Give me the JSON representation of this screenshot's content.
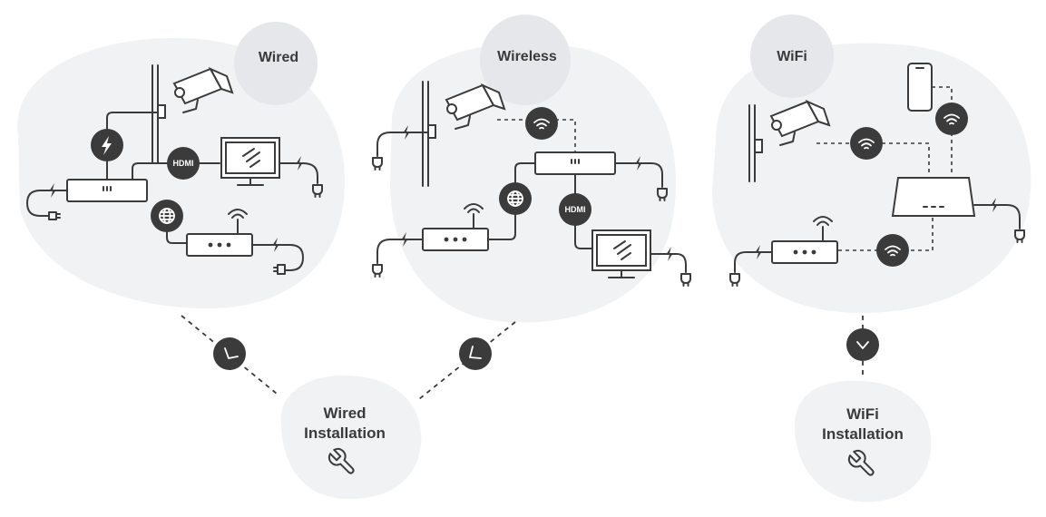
{
  "sections": {
    "wired": {
      "label": "Wired",
      "badges": {
        "hdmi": "HDMI"
      }
    },
    "wireless": {
      "label": "Wireless",
      "badges": {
        "hdmi": "HDMI"
      }
    },
    "wifi": {
      "label": "WiFi"
    }
  },
  "outcomes": {
    "wired_installation": {
      "line1": "Wired",
      "line2": "Installation"
    },
    "wifi_installation": {
      "line1": "WiFi",
      "line2": "Installation"
    }
  },
  "icons": [
    "security-camera-icon",
    "power-bolt-icon",
    "globe-icon",
    "wifi-icon",
    "hdmi-badge",
    "monitor-icon",
    "router-icon",
    "dvr-icon",
    "smartphone-icon",
    "plug-icon",
    "wrench-icon",
    "check-icon",
    "chevron-down-icon"
  ],
  "colors": {
    "ink": "#3b3b3b",
    "blob": "#f1f2f4",
    "bubble": "#e6e7ea"
  }
}
